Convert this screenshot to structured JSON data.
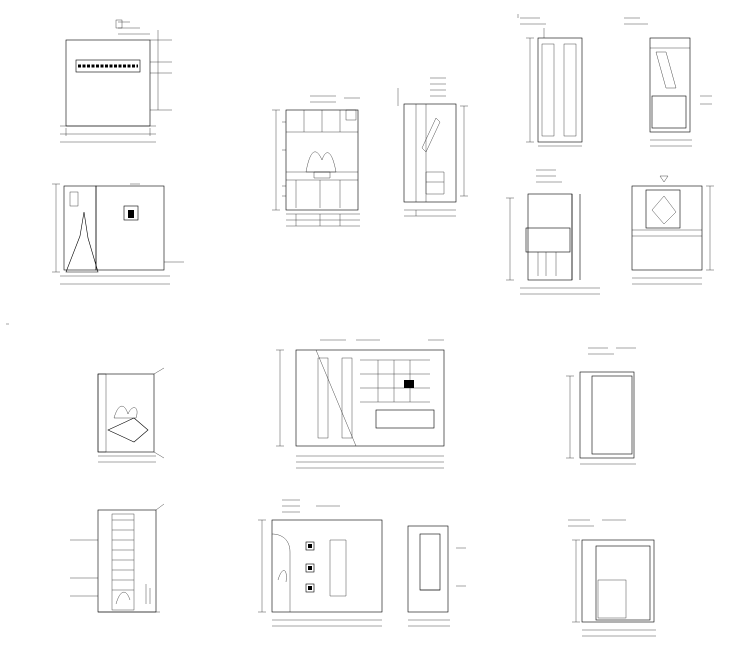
{
  "sheet": {
    "background": "#ffffff",
    "line_color": "#000000",
    "drawings": [
      {
        "id": "elev-1"
      },
      {
        "id": "elev-2"
      },
      {
        "id": "elev-3"
      },
      {
        "id": "elev-4"
      },
      {
        "id": "elev-5"
      },
      {
        "id": "elev-6"
      },
      {
        "id": "elev-7"
      },
      {
        "id": "elev-8"
      },
      {
        "id": "elev-9"
      },
      {
        "id": "elev-10"
      },
      {
        "id": "elev-11"
      },
      {
        "id": "elev-12"
      },
      {
        "id": "elev-13"
      },
      {
        "id": "elev-14"
      },
      {
        "id": "elev-15"
      },
      {
        "id": "elev-16"
      }
    ]
  }
}
